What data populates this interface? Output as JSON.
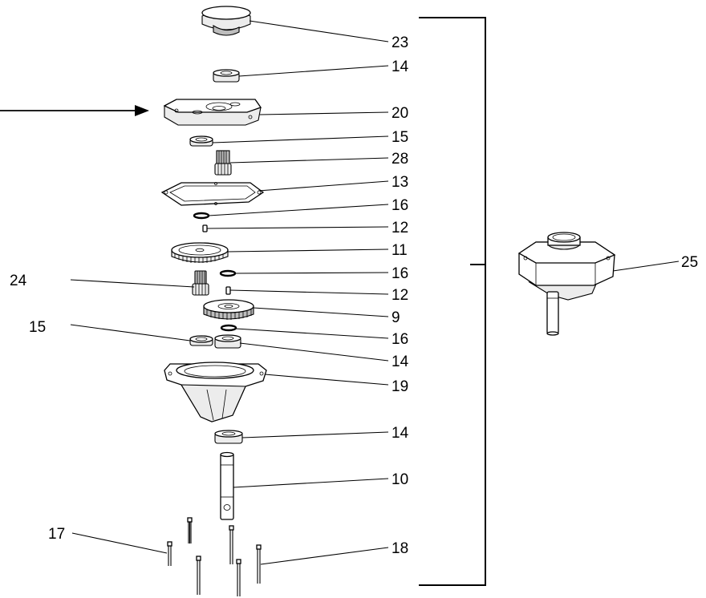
{
  "diagram": {
    "callouts": {
      "c23": "23",
      "c14a": "14",
      "c20": "20",
      "c15a": "15",
      "c28": "28",
      "c13": "13",
      "c16a": "16",
      "c12a": "12",
      "c11": "11",
      "c16b": "16",
      "c24": "24",
      "c12b": "12",
      "c9": "9",
      "c15b": "15",
      "c16c": "16",
      "c14b": "14",
      "c19": "19",
      "c14c": "14",
      "c10": "10",
      "c17": "17",
      "c18": "18",
      "c25": "25"
    }
  }
}
